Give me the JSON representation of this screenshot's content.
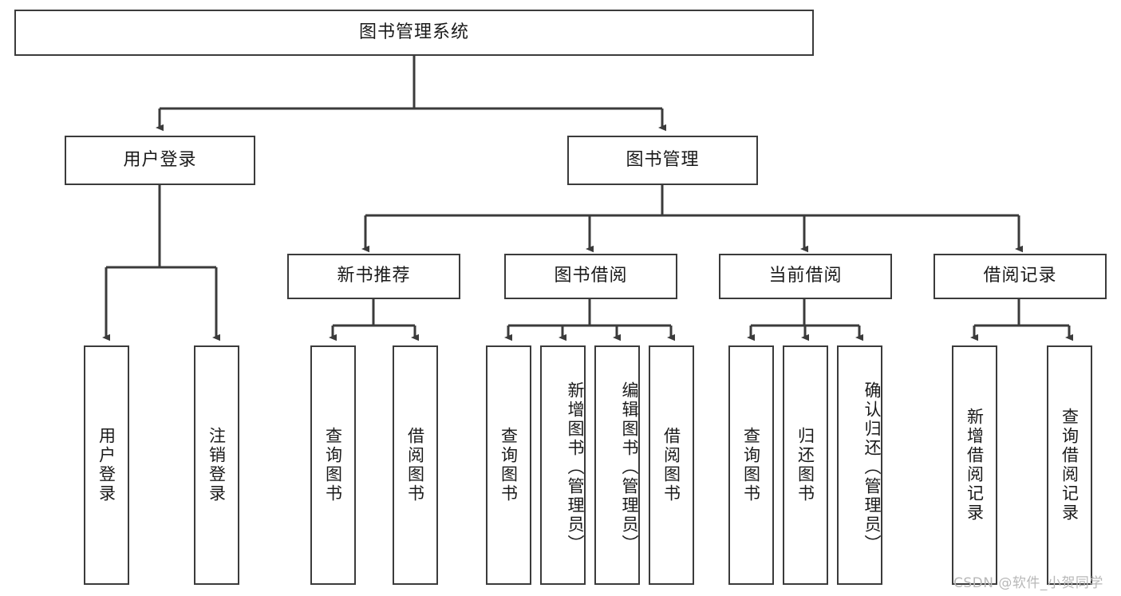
{
  "diagram": {
    "title_node": {
      "label": "图书管理系统"
    },
    "level2": [
      {
        "id": "user-login",
        "label": "用户登录"
      },
      {
        "id": "book-manage",
        "label": "图书管理"
      }
    ],
    "level3": [
      {
        "id": "new-book-recommend",
        "label": "新书推荐"
      },
      {
        "id": "book-borrow",
        "label": "图书借阅"
      },
      {
        "id": "current-borrow",
        "label": "当前借阅"
      },
      {
        "id": "borrow-record",
        "label": "借阅记录"
      }
    ],
    "leaves": [
      {
        "id": "leaf-user-login",
        "label": "用户登录",
        "parent": "用户登录"
      },
      {
        "id": "leaf-user-logout",
        "label": "注销登录",
        "parent": "用户登录"
      },
      {
        "id": "leaf-query-book-1",
        "label": "查询图书",
        "parent": "新书推荐"
      },
      {
        "id": "leaf-borrow-book-1",
        "label": "借阅图书",
        "parent": "新书推荐"
      },
      {
        "id": "leaf-query-book-2",
        "label": "查询图书",
        "parent": "图书借阅"
      },
      {
        "id": "leaf-add-book",
        "label": "新增图书（管理员）",
        "parent": "图书借阅"
      },
      {
        "id": "leaf-edit-book",
        "label": "编辑图书（管理员）",
        "parent": "图书借阅"
      },
      {
        "id": "leaf-borrow-book-2",
        "label": "借阅图书",
        "parent": "图书借阅"
      },
      {
        "id": "leaf-query-book-3",
        "label": "查询图书",
        "parent": "当前借阅"
      },
      {
        "id": "leaf-return-book",
        "label": "归还图书",
        "parent": "当前借阅"
      },
      {
        "id": "leaf-confirm-return",
        "label": "确认归还（管理员）",
        "parent": "当前借阅"
      },
      {
        "id": "leaf-add-record",
        "label": "新增借阅记录",
        "parent": "借阅记录"
      },
      {
        "id": "leaf-query-record",
        "label": "查询借阅记录",
        "parent": "借阅记录"
      }
    ],
    "watermark": "CSDN @软件_小贺同学",
    "colors": {
      "stroke": "#3b3b3b",
      "fill": "#ffffff",
      "text": "#1a1a1a",
      "watermark": "#b8b8b8"
    }
  }
}
